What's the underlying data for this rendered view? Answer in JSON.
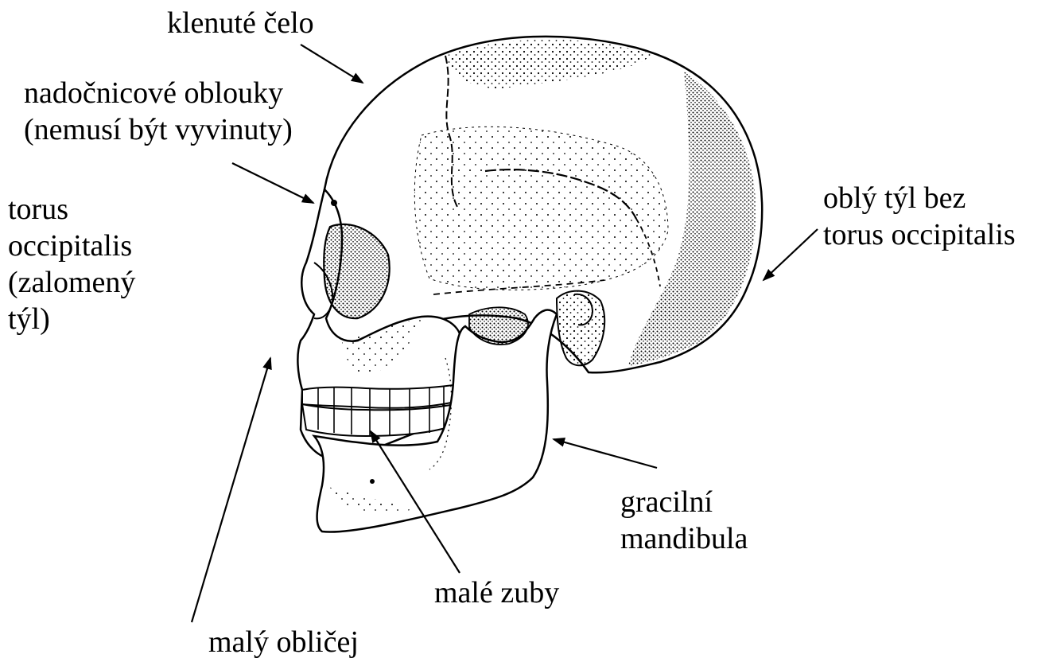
{
  "labels": {
    "forehead": [
      "klenuté čelo"
    ],
    "brow_ridges": [
      "nadočnicové oblouky",
      "(nemusí být vyvinuty)"
    ],
    "torus_occipitalis": [
      "torus",
      "occipitalis",
      "(zalomený",
      "týl)"
    ],
    "rounded_occiput": [
      "oblý týl bez",
      "torus occipitalis"
    ],
    "gracile_mandible": [
      "gracilní",
      "mandibula"
    ],
    "small_teeth": [
      "malé zuby"
    ],
    "small_face": [
      "malý obličej"
    ]
  },
  "colors": {
    "ink": "#000000",
    "background": "#ffffff"
  }
}
